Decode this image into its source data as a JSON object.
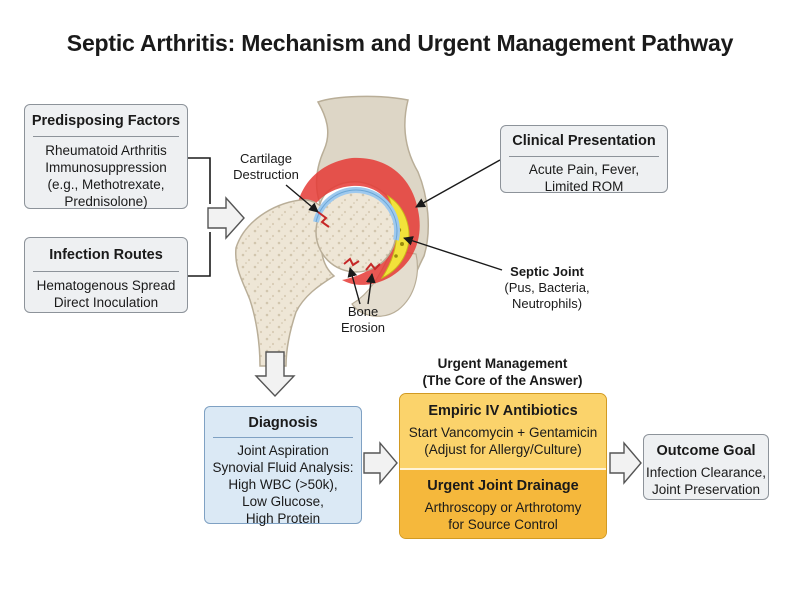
{
  "title": "Septic Arthritis: Mechanism and Urgent Management Pathway",
  "predisposing": {
    "heading": "Predisposing Factors",
    "lines": [
      "Rheumatoid Arthritis",
      "Immunosuppression",
      "(e.g., Methotrexate,",
      "Prednisolone)"
    ]
  },
  "infection_routes": {
    "heading": "Infection Routes",
    "lines": [
      "Hematogenous Spread",
      "Direct Inoculation"
    ]
  },
  "clinical": {
    "heading": "Clinical Presentation",
    "lines": [
      "Acute Pain, Fever,",
      "Limited ROM"
    ]
  },
  "labels": {
    "cartilage": [
      "Cartilage",
      "Destruction"
    ],
    "bone_erosion": [
      "Bone",
      "Erosion"
    ],
    "septic_joint": {
      "heading": "Septic Joint",
      "lines": [
        "(Pus, Bacteria,",
        "Neutrophils)"
      ]
    }
  },
  "diagnosis": {
    "heading": "Diagnosis",
    "lines": [
      "Joint Aspiration",
      "Synovial Fluid Analysis:",
      "High WBC (>50k),",
      "Low Glucose,",
      "High Protein"
    ]
  },
  "management": {
    "heading": [
      "Urgent Management",
      "(The Core of the Answer)"
    ],
    "antibiotics": {
      "heading": "Empiric IV Antibiotics",
      "lines": [
        "Start Vancomycin + Gentamicin",
        "(Adjust for Allergy/Culture)"
      ]
    },
    "drainage": {
      "heading": "Urgent Joint Drainage",
      "lines": [
        "Arthroscopy or Arthrotomy",
        "for Source Control"
      ]
    }
  },
  "outcome": {
    "heading": "Outcome Goal",
    "lines": [
      "Infection Clearance,",
      "Joint Preservation"
    ]
  },
  "colors": {
    "box_fill": "#eef0f2",
    "diagnosis_fill": "#dbe9f5",
    "management_fill": "#f9ca5b",
    "inflammation": "#e53935",
    "pus": "#f2e23a",
    "cartilage": "#9ec9ee",
    "bone": "#ece3d3"
  }
}
